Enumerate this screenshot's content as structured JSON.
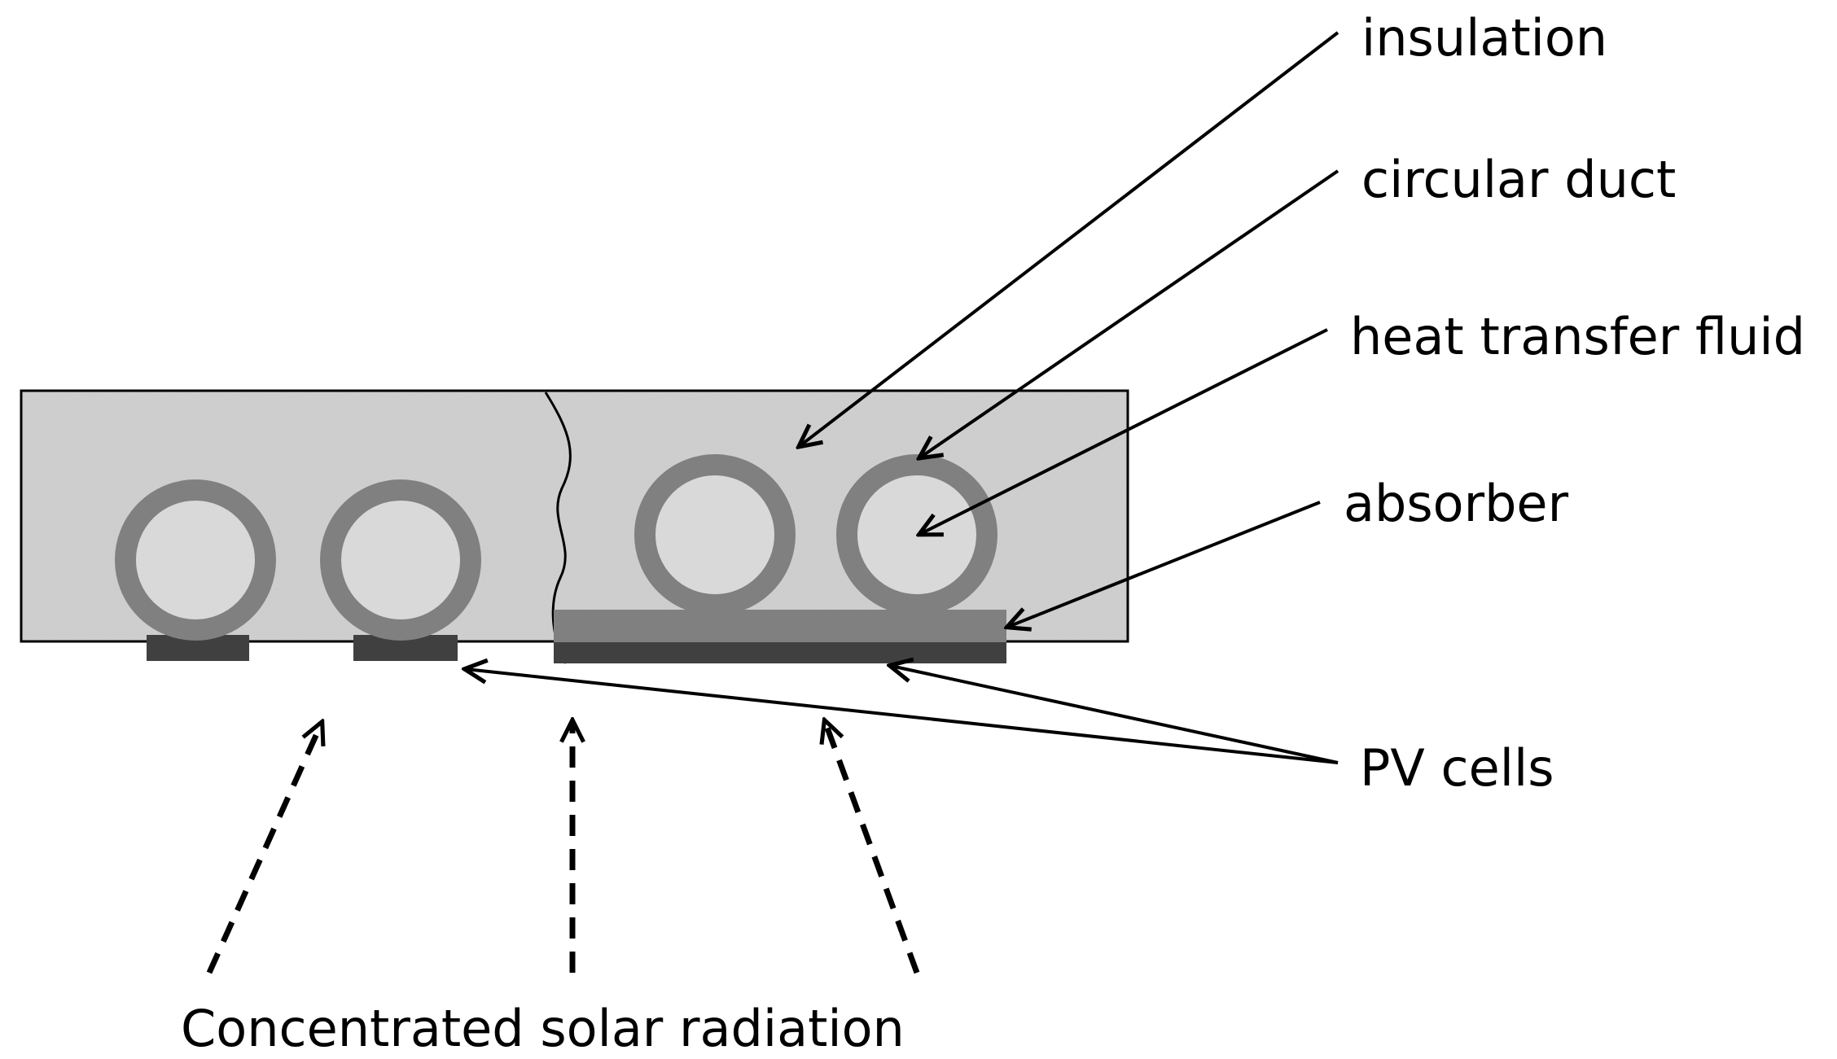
{
  "labels": {
    "insulation": "insulation",
    "circular_duct": "circular duct",
    "heat_transfer_fluid": "heat transfer fluid",
    "absorber": "absorber",
    "pv_cells": "PV cells",
    "radiation": "Concentrated solar radiation"
  },
  "colors": {
    "insulation_fill": "#cfcfcf",
    "duct_wall": "#808080",
    "fluid": "#d9d9d9",
    "absorber": "#808080",
    "pv_cell": "#404040",
    "line": "#000000"
  }
}
